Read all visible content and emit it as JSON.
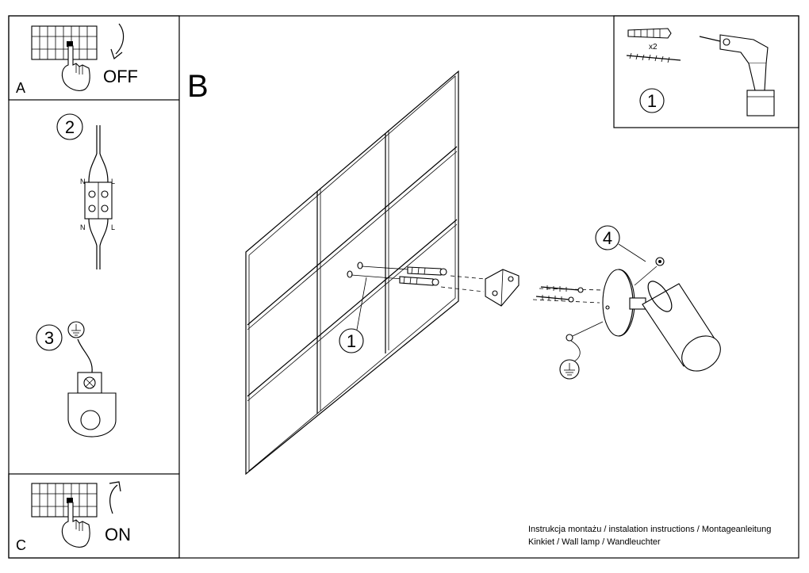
{
  "panels": {
    "a": {
      "letter": "A",
      "action": "OFF"
    },
    "b": {
      "letter": "B"
    },
    "c": {
      "letter": "C",
      "action": "ON"
    }
  },
  "steps": {
    "tools": {
      "number": "1",
      "quantity": "x2"
    },
    "wiring": {
      "number": "2",
      "terminal_left": "N",
      "terminal_right": "L"
    },
    "earth": {
      "number": "3"
    },
    "mount": {
      "number": "1"
    },
    "attach": {
      "number": "4"
    }
  },
  "footer": {
    "line1": "Instrukcja montażu / instalation instructions / Montageanleitung",
    "line2": "Kinkiet / Wall lamp / Wandleuchter"
  }
}
